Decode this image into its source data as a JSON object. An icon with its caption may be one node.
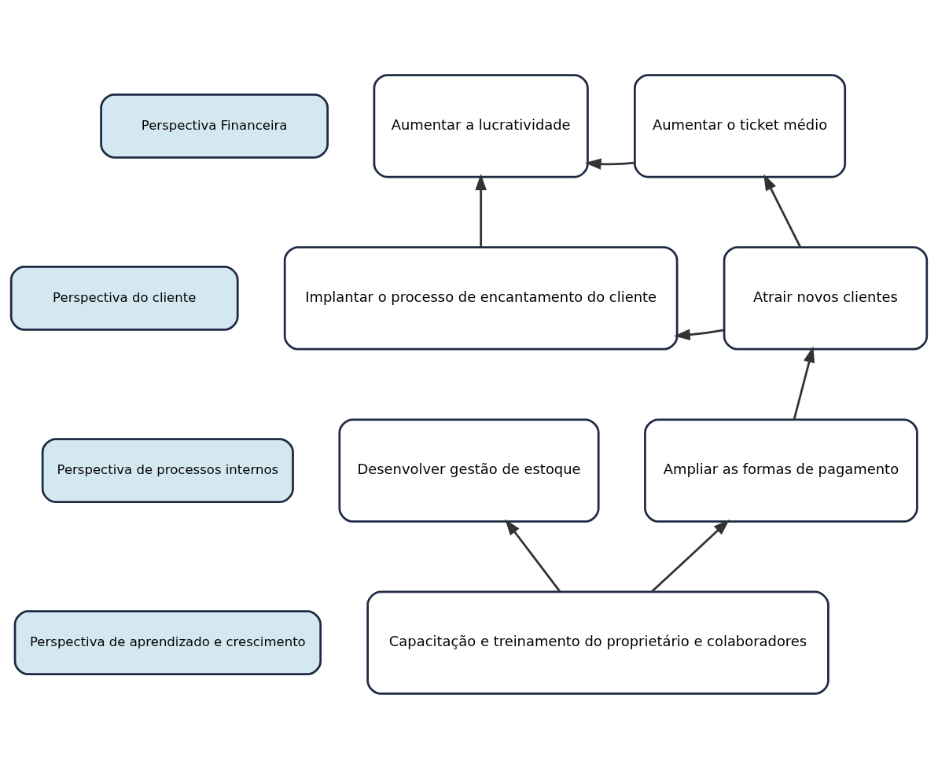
{
  "diagram": {
    "nodes": [
      {
        "text": [
          "Perspectiva Financeira"
        ]
      },
      {
        "text": [
          "Aumentar a lucratividade"
        ]
      },
      {
        "text": [
          "Aumentar o ticket médio"
        ]
      },
      {
        "text": [
          "Perspectiva do cliente"
        ]
      },
      {
        "text": [
          "Implantar o processo de encantamento do cliente"
        ]
      },
      {
        "text": [
          "Atrair novos clientes"
        ]
      },
      {
        "text": [
          "Perspectiva de processos internos"
        ]
      },
      {
        "text": [
          "Desenvolver gestão de estoque"
        ]
      },
      {
        "text": [
          "Ampliar as formas de pagamento"
        ]
      },
      {
        "text": [
          "Perspectiva de aprendizado e crescimento"
        ]
      },
      {
        "text": [
          "Capacitação e treinamento do proprietário e colaboradores"
        ]
      }
    ],
    "edges": [
      {
        "from": 2,
        "to": 1,
        "arrow": "to"
      },
      {
        "from": 4,
        "to": 1,
        "arrow": "to"
      },
      {
        "from": 5,
        "to": 2,
        "arrow": "to"
      },
      {
        "from": 5,
        "to": 4,
        "arrow": "to"
      },
      {
        "from": 8,
        "to": 5,
        "arrow": "to"
      },
      {
        "from": 10,
        "to": 7,
        "arrow": "to"
      },
      {
        "from": 10,
        "to": 8,
        "arrow": "to"
      }
    ]
  }
}
